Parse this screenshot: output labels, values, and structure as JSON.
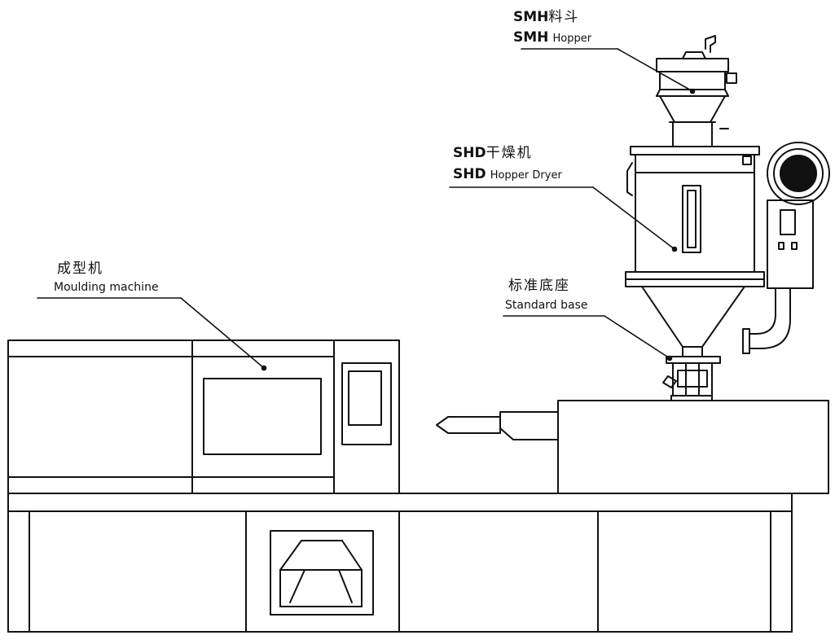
{
  "colors": {
    "line": "#111111",
    "background": "#ffffff"
  },
  "labels": {
    "smh_hopper": {
      "prefix": "SMH",
      "cn": "料斗",
      "en_prefix": "SMH",
      "en": "Hopper"
    },
    "shd_dryer": {
      "prefix": "SHD",
      "cn": "干燥机",
      "en_prefix": "SHD",
      "en": "Hopper Dryer"
    },
    "standard_base": {
      "cn": "标准底座",
      "en": "Standard base"
    },
    "moulding_machine": {
      "cn": "成型机",
      "en": "Moulding machine"
    }
  }
}
